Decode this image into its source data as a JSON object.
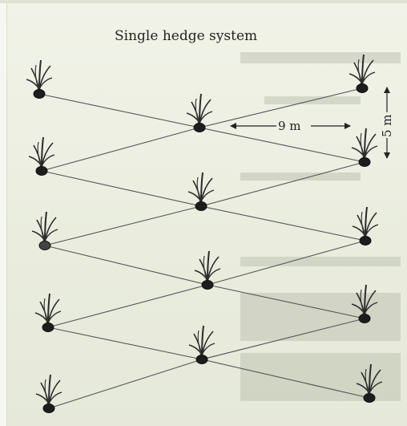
{
  "title": "Single hedge system",
  "labels": {
    "spacing_horizontal": "9 m",
    "spacing_vertical": "5 m"
  },
  "colors": {
    "background": "#eaedde",
    "ink": "#222222",
    "line": "#555555"
  },
  "icons": {
    "plant": "plant-icon"
  }
}
